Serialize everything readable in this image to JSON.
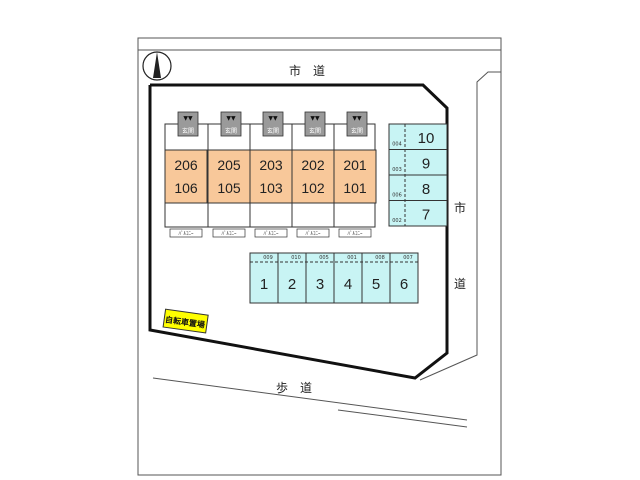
{
  "roads": {
    "north": "市　道",
    "east_top": "市",
    "east_bottom": "道",
    "south": "歩　道"
  },
  "building": {
    "upper_units": [
      "206",
      "205",
      "203",
      "202",
      "201"
    ],
    "lower_units": [
      "106",
      "105",
      "103",
      "102",
      "101"
    ],
    "entrance_label": "玄関",
    "balcony_label": "ﾊﾞﾙｺﾆｰ",
    "colors": {
      "units": "#f8c89a",
      "entrance": "#9a9a9a"
    }
  },
  "parking_right": {
    "spaces": [
      {
        "number": "10",
        "code": "004"
      },
      {
        "number": "9",
        "code": "003"
      },
      {
        "number": "8",
        "code": "006"
      },
      {
        "number": "7",
        "code": "002"
      }
    ]
  },
  "parking_center": {
    "spaces": [
      {
        "number": "1",
        "code": "009"
      },
      {
        "number": "2",
        "code": "010"
      },
      {
        "number": "3",
        "code": "005"
      },
      {
        "number": "4",
        "code": "001"
      },
      {
        "number": "5",
        "code": "008"
      },
      {
        "number": "6",
        "code": "007"
      }
    ]
  },
  "bicycle_parking": {
    "label": "自転車置場",
    "color": "#ffff00"
  },
  "colors": {
    "parking": "#c8f4f4"
  }
}
